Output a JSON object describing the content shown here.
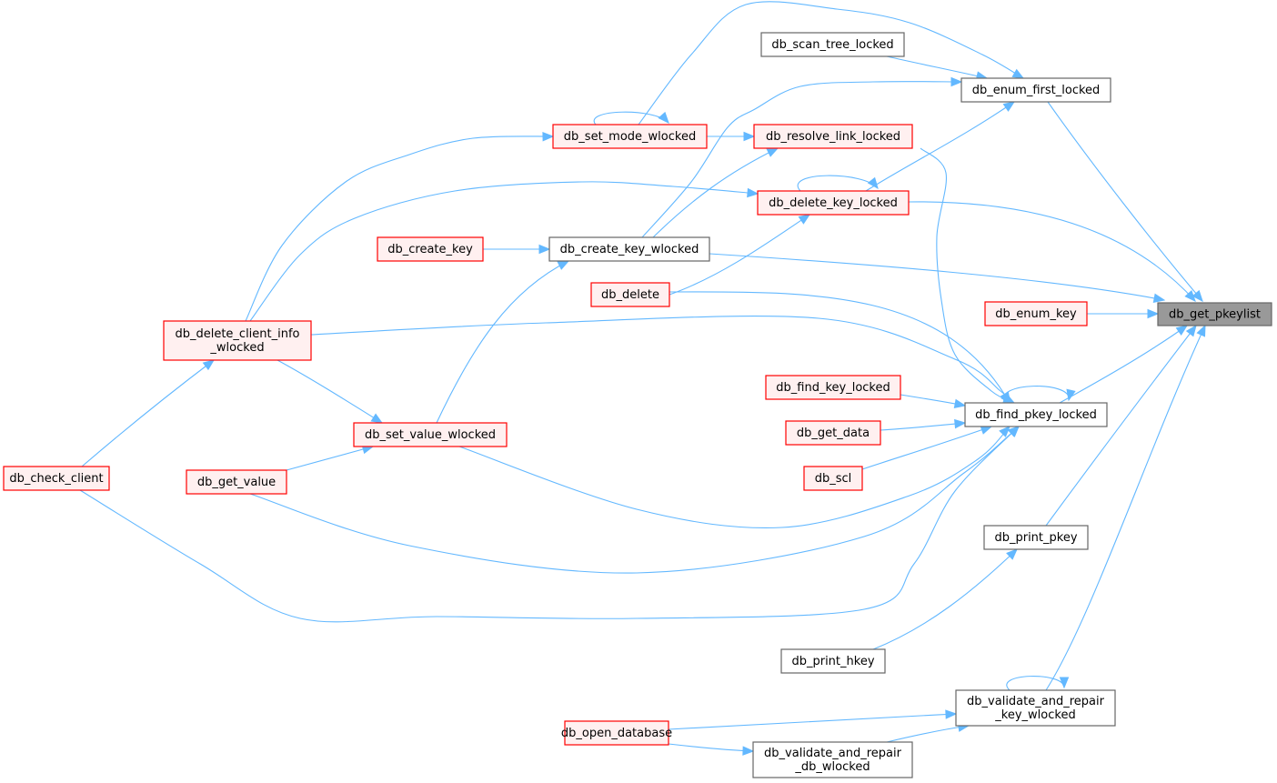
{
  "title": "db_get_pkeylist caller graph",
  "colors": {
    "edge": "#63b8ff",
    "focus_fill": "#999999",
    "focus_stroke": "#666666",
    "normal_fill": "#ffffff",
    "normal_stroke": "#666666",
    "truncated_fill": "#fff0f0",
    "truncated_stroke": "#ff0000"
  },
  "nodes": [
    {
      "id": "db_get_pkeylist",
      "lines": [
        "db_get_pkeylist"
      ],
      "kind": "focus"
    },
    {
      "id": "db_enum_first_locked",
      "lines": [
        "db_enum_first_locked"
      ],
      "kind": "normal"
    },
    {
      "id": "db_scan_tree_locked",
      "lines": [
        "db_scan_tree_locked"
      ],
      "kind": "normal"
    },
    {
      "id": "db_set_mode_wlocked",
      "lines": [
        "db_set_mode_wlocked"
      ],
      "kind": "truncated"
    },
    {
      "id": "db_resolve_link_locked",
      "lines": [
        "db_resolve_link_locked"
      ],
      "kind": "truncated"
    },
    {
      "id": "db_delete_key_locked",
      "lines": [
        "db_delete_key_locked"
      ],
      "kind": "truncated"
    },
    {
      "id": "db_create_key",
      "lines": [
        "db_create_key"
      ],
      "kind": "truncated"
    },
    {
      "id": "db_create_key_wlocked",
      "lines": [
        "db_create_key_wlocked"
      ],
      "kind": "normal"
    },
    {
      "id": "db_delete",
      "lines": [
        "db_delete"
      ],
      "kind": "truncated"
    },
    {
      "id": "db_enum_key",
      "lines": [
        "db_enum_key"
      ],
      "kind": "truncated"
    },
    {
      "id": "db_delete_client_info_wlocked",
      "lines": [
        "db_delete_client_info",
        "_wlocked"
      ],
      "kind": "truncated"
    },
    {
      "id": "db_find_key_locked",
      "lines": [
        "db_find_key_locked"
      ],
      "kind": "truncated"
    },
    {
      "id": "db_find_pkey_locked",
      "lines": [
        "db_find_pkey_locked"
      ],
      "kind": "normal"
    },
    {
      "id": "db_set_value_wlocked",
      "lines": [
        "db_set_value_wlocked"
      ],
      "kind": "truncated"
    },
    {
      "id": "db_get_data",
      "lines": [
        "db_get_data"
      ],
      "kind": "truncated"
    },
    {
      "id": "db_check_client",
      "lines": [
        "db_check_client"
      ],
      "kind": "truncated"
    },
    {
      "id": "db_get_value",
      "lines": [
        "db_get_value"
      ],
      "kind": "truncated"
    },
    {
      "id": "db_scl",
      "lines": [
        "db_scl"
      ],
      "kind": "truncated"
    },
    {
      "id": "db_print_pkey",
      "lines": [
        "db_print_pkey"
      ],
      "kind": "normal"
    },
    {
      "id": "db_print_hkey",
      "lines": [
        "db_print_hkey"
      ],
      "kind": "normal"
    },
    {
      "id": "db_validate_and_repair_key_wlocked",
      "lines": [
        "db_validate_and_repair",
        "_key_wlocked"
      ],
      "kind": "normal"
    },
    {
      "id": "db_open_database",
      "lines": [
        "db_open_database"
      ],
      "kind": "truncated"
    },
    {
      "id": "db_validate_and_repair_db_wlocked",
      "lines": [
        "db_validate_and_repair",
        "_db_wlocked"
      ],
      "kind": "normal"
    }
  ],
  "edges": [
    {
      "from": "db_enum_first_locked",
      "to": "db_get_pkeylist"
    },
    {
      "from": "db_scan_tree_locked",
      "to": "db_enum_first_locked"
    },
    {
      "from": "db_set_mode_wlocked",
      "to": "db_enum_first_locked"
    },
    {
      "from": "db_set_mode_wlocked",
      "to": "db_set_mode_wlocked"
    },
    {
      "from": "db_set_mode_wlocked",
      "to": "db_resolve_link_locked"
    },
    {
      "from": "db_create_key_wlocked",
      "to": "db_enum_first_locked"
    },
    {
      "from": "db_delete_key_locked",
      "to": "db_enum_first_locked"
    },
    {
      "from": "db_delete_key_locked",
      "to": "db_delete_key_locked"
    },
    {
      "from": "db_delete_key_locked",
      "to": "db_get_pkeylist"
    },
    {
      "from": "db_resolve_link_locked",
      "to": "db_find_pkey_locked"
    },
    {
      "from": "db_create_key_wlocked",
      "to": "db_resolve_link_locked"
    },
    {
      "from": "db_delete_client_info_wlocked",
      "to": "db_set_mode_wlocked"
    },
    {
      "from": "db_delete_client_info_wlocked",
      "to": "db_delete_key_locked"
    },
    {
      "from": "db_create_key",
      "to": "db_create_key_wlocked"
    },
    {
      "from": "db_create_key_wlocked",
      "to": "db_get_pkeylist"
    },
    {
      "from": "db_delete",
      "to": "db_delete_key_locked"
    },
    {
      "from": "db_delete",
      "to": "db_find_pkey_locked"
    },
    {
      "from": "db_enum_key",
      "to": "db_get_pkeylist"
    },
    {
      "from": "db_delete_client_info_wlocked",
      "to": "db_find_pkey_locked"
    },
    {
      "from": "db_delete_client_info_wlocked",
      "to": "db_set_value_wlocked"
    },
    {
      "from": "db_set_value_wlocked",
      "to": "db_create_key_wlocked"
    },
    {
      "from": "db_set_value_wlocked",
      "to": "db_find_pkey_locked"
    },
    {
      "from": "db_find_key_locked",
      "to": "db_find_pkey_locked"
    },
    {
      "from": "db_find_pkey_locked",
      "to": "db_find_pkey_locked"
    },
    {
      "from": "db_find_pkey_locked",
      "to": "db_get_pkeylist"
    },
    {
      "from": "db_get_data",
      "to": "db_find_pkey_locked"
    },
    {
      "from": "db_scl",
      "to": "db_find_pkey_locked"
    },
    {
      "from": "db_get_value",
      "to": "db_set_value_wlocked"
    },
    {
      "from": "db_get_value",
      "to": "db_find_pkey_locked"
    },
    {
      "from": "db_check_client",
      "to": "db_delete_client_info_wlocked"
    },
    {
      "from": "db_check_client",
      "to": "db_find_pkey_locked"
    },
    {
      "from": "db_print_pkey",
      "to": "db_get_pkeylist"
    },
    {
      "from": "db_print_hkey",
      "to": "db_print_pkey"
    },
    {
      "from": "db_validate_and_repair_key_wlocked",
      "to": "db_get_pkeylist"
    },
    {
      "from": "db_validate_and_repair_key_wlocked",
      "to": "db_validate_and_repair_key_wlocked"
    },
    {
      "from": "db_open_database",
      "to": "db_validate_and_repair_key_wlocked"
    },
    {
      "from": "db_open_database",
      "to": "db_validate_and_repair_db_wlocked"
    },
    {
      "from": "db_validate_and_repair_db_wlocked",
      "to": "db_validate_and_repair_key_wlocked"
    }
  ]
}
